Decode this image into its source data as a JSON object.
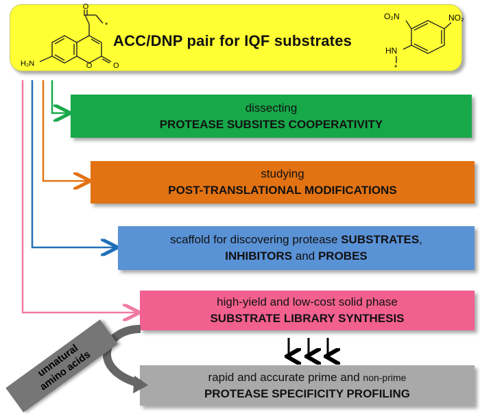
{
  "header": {
    "title": "ACC/DNP pair  for IQF substrates",
    "acc_labels": {
      "amine": "H₂N",
      "oxo1": "O",
      "oxo2": "O",
      "ring_o": "O",
      "star": "*"
    },
    "dnp_labels": {
      "no2_left": "O₂N",
      "no2_right": "NO₂",
      "nh": "HN",
      "star": "*"
    }
  },
  "boxes": {
    "green": {
      "line1": "dissecting",
      "line2": "PROTEASE SUBSITES COOPERATIVITY",
      "color": "#17a84a"
    },
    "orange": {
      "line1": "studying",
      "line2": "POST-TRANSLATIONAL  MODIFICATIONS",
      "color": "#e27212"
    },
    "blue": {
      "line1_a": "scaffold for discovering protease ",
      "line1_b": "SUBSTRATES",
      "line1_c": ",",
      "line2_a": "INHIBITORS",
      "line2_b": " and ",
      "line2_c": "PROBES",
      "color": "#5a92d6"
    },
    "pink": {
      "line1": "high-yield and low-cost solid phase",
      "line2": "SUBSTRATE LIBRARY SYNTHESIS",
      "color": "#f2608f"
    },
    "gray": {
      "line1_a": "rapid  and accurate  prime and ",
      "line1_b": "non-prime",
      "line2": "PROTEASE SPECIFICITY PROFILING",
      "color": "#a9a9a9"
    }
  },
  "side_label": {
    "line1": "unnatural",
    "line2": "amino acids"
  },
  "colors": {
    "header": "#ffff33",
    "green_arrow": "#17a84a",
    "orange_arrow": "#e27212",
    "blue_arrow": "#1f6fb8",
    "pink_arrow": "#f07aa4"
  }
}
